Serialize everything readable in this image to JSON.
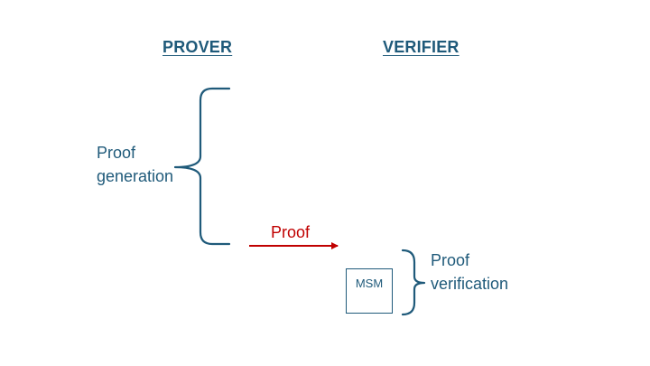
{
  "colors": {
    "primary": "#1f5a7a",
    "arrow": "#c00000"
  },
  "prover": {
    "title": "PROVER",
    "generation_label_line1": "Proof",
    "generation_label_line2": "generation"
  },
  "verifier": {
    "title": "VERIFIER",
    "verification_label_line1": "Proof",
    "verification_label_line2": "verification",
    "msm_label": "MSM"
  },
  "arrow": {
    "label": "Proof"
  }
}
